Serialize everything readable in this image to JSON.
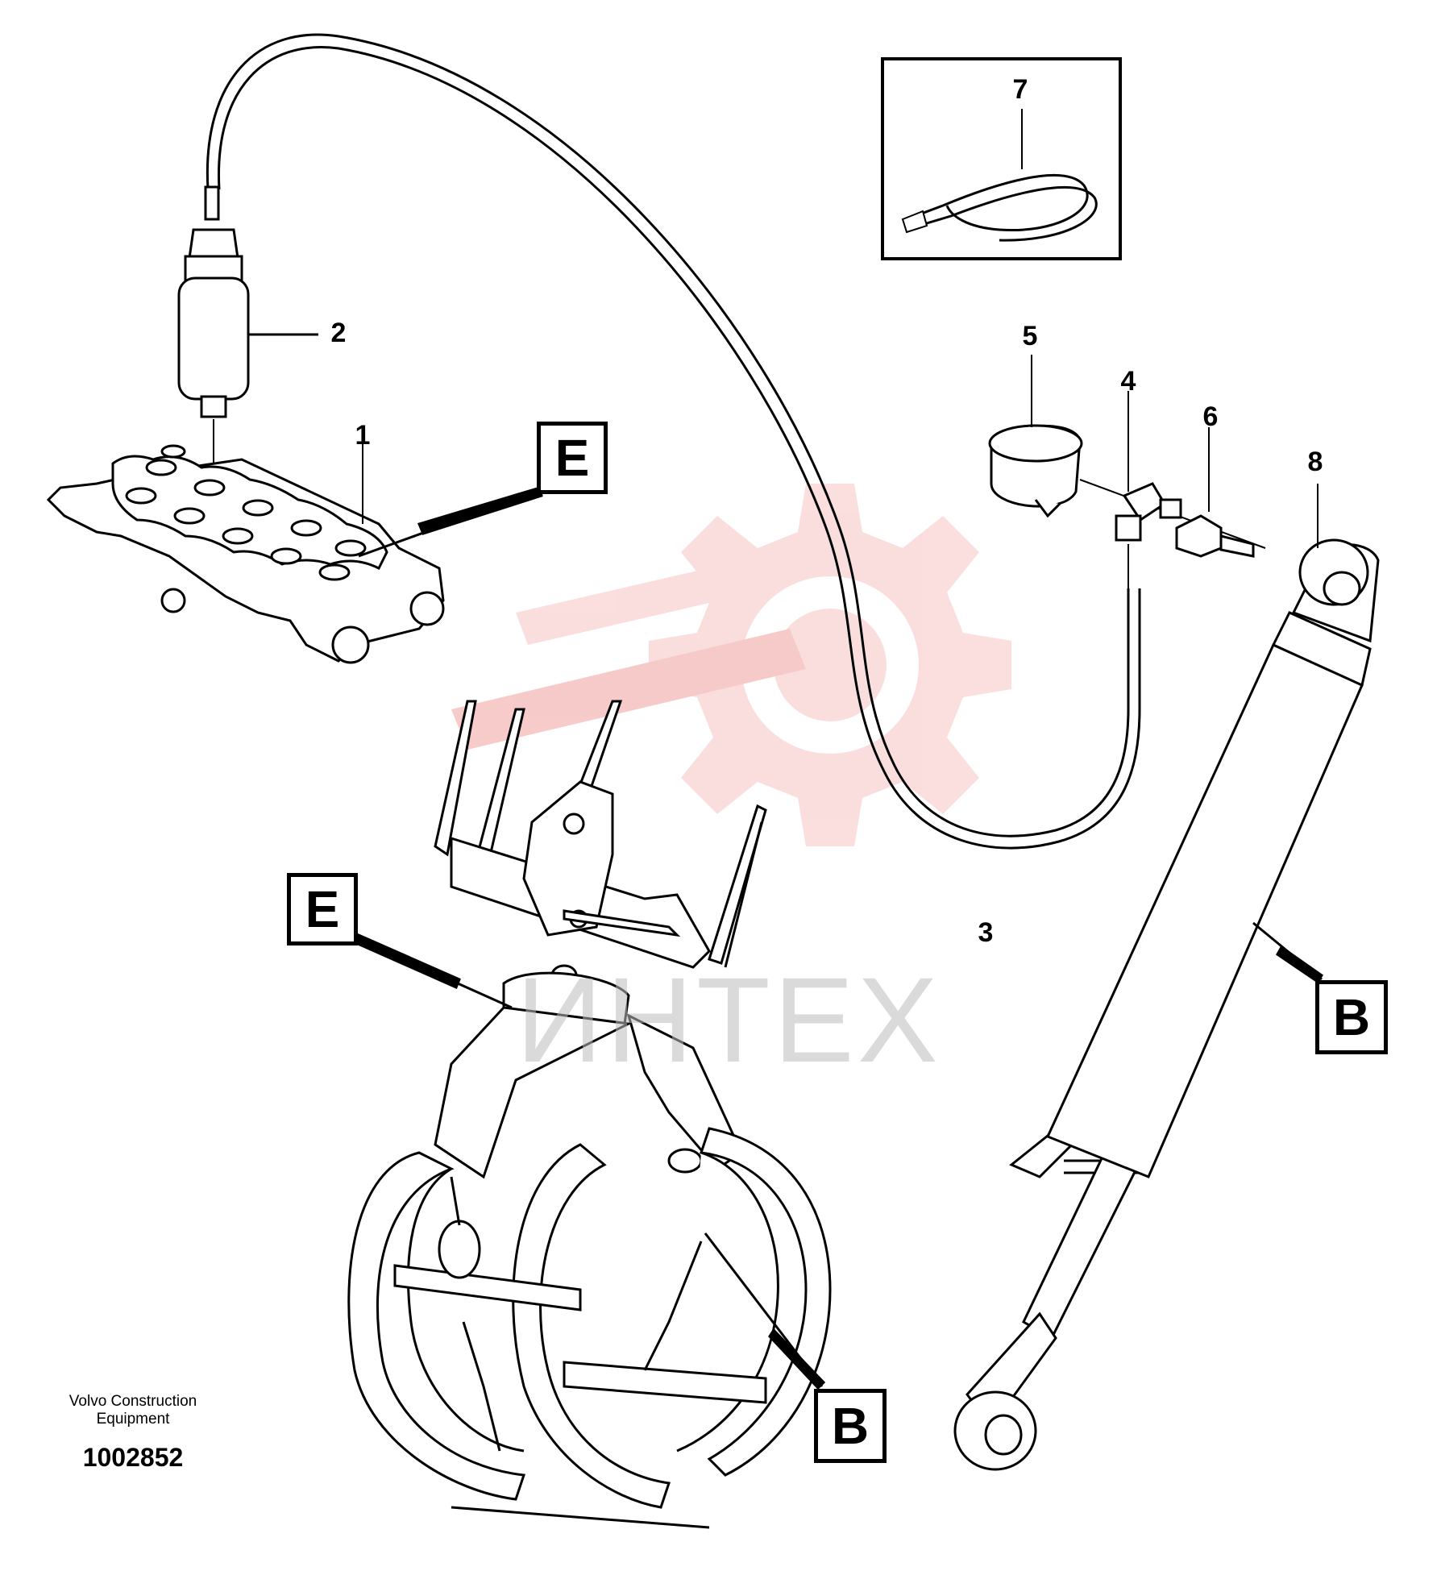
{
  "callouts": {
    "c1": "1",
    "c2": "2",
    "c3": "3",
    "c4": "4",
    "c5": "5",
    "c6": "6",
    "c7": "7",
    "c8": "8"
  },
  "view_labels": {
    "e_top": "E",
    "e_bottom": "E",
    "b_right": "B",
    "b_bottom": "B"
  },
  "credit": {
    "company_line1": "Volvo Construction",
    "company_line2": "Equipment",
    "drawing_number": "1002852"
  },
  "watermark": {
    "text": "ИНТЕХ",
    "color": "#f2a0a0"
  }
}
